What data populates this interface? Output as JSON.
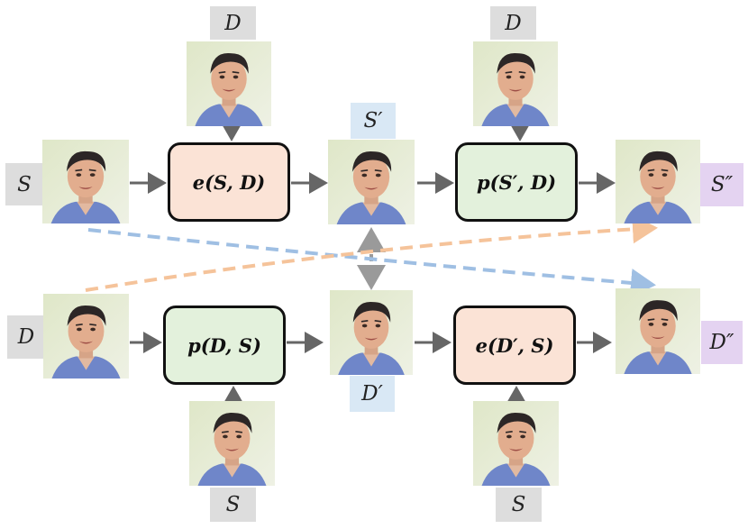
{
  "labels": {
    "d_top_left": "D",
    "d_top_right": "D",
    "s_left": "S",
    "s_prime": "S′",
    "s_double": "S″",
    "d_left": "D",
    "d_prime": "D′",
    "d_double": "D″",
    "s_bottom_left": "S",
    "s_bottom_right": "S"
  },
  "blocks": {
    "encode_top": "e(S, D)",
    "predict_top": "p(S′, D)",
    "predict_bottom": "p(D, S)",
    "encode_bottom": "e(D′, S)"
  },
  "colors": {
    "encode_fill": "#fbe3d6",
    "predict_fill": "#e3f1dc",
    "label_gray": "#dddddd",
    "label_blue": "#d9e8f5",
    "label_purple": "#e4d3f1",
    "arrow_gray": "#666666",
    "cycle_blue": "#9fbfe3",
    "cycle_orange": "#f5c39a"
  },
  "images": [
    "face-photo",
    "face-photo",
    "face-photo",
    "face-photo",
    "face-photo",
    "face-photo",
    "face-photo",
    "face-photo",
    "face-photo",
    "face-photo"
  ]
}
